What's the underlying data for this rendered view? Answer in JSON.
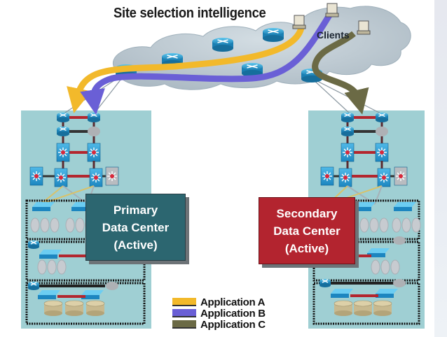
{
  "diagram": {
    "title": "Site selection intelligence",
    "cloud_label": "Clients",
    "primary_dc": {
      "line1": "Primary",
      "line2": "Data Center",
      "line3": "(Active)",
      "color": "#2c6670"
    },
    "secondary_dc": {
      "line1": "Secondary",
      "line2": "Data Center",
      "line3": "(Active)",
      "color": "#b3242f"
    },
    "legend": [
      {
        "label": "Application A",
        "color": "#f2b92b"
      },
      {
        "label": "Application B",
        "color": "#6a5fd6"
      },
      {
        "label": "Application C",
        "color": "#6b6a45"
      }
    ],
    "colors": {
      "cloud": "#b9c6cf",
      "dc_panel": "#9fcfd3",
      "router": "#2a9bd0",
      "link_red": "#b3262e"
    }
  }
}
